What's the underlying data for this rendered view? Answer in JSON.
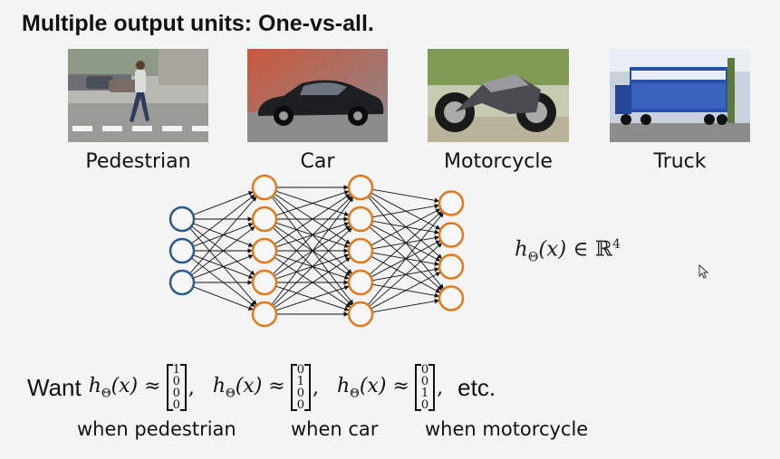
{
  "title": "Multiple output units: One-vs-all.",
  "categories": [
    {
      "id": "pedestrian",
      "label": "Pedestrian"
    },
    {
      "id": "car",
      "label": "Car"
    },
    {
      "id": "motorcycle",
      "label": "Motorcycle"
    },
    {
      "id": "truck",
      "label": "Truck"
    }
  ],
  "network": {
    "layers": [
      3,
      5,
      5,
      4
    ],
    "input_color": "#2e5a8a",
    "hidden_color": "#e07a1f",
    "edge_color": "#111111"
  },
  "hypothesis": {
    "h": "h",
    "subscript": "Θ",
    "arg": "(x)",
    "in": "∈",
    "space": "ℝ",
    "power": "4"
  },
  "want": {
    "prefix": "Want",
    "approx": "≈",
    "suffix": "etc.",
    "vectors": [
      {
        "values": [
          "1",
          "0",
          "0",
          "0"
        ],
        "caption": "when pedestrian"
      },
      {
        "values": [
          "0",
          "1",
          "0",
          "0"
        ],
        "caption": "when car"
      },
      {
        "values": [
          "0",
          "0",
          "1",
          "0"
        ],
        "caption": "when motorcycle"
      }
    ]
  }
}
